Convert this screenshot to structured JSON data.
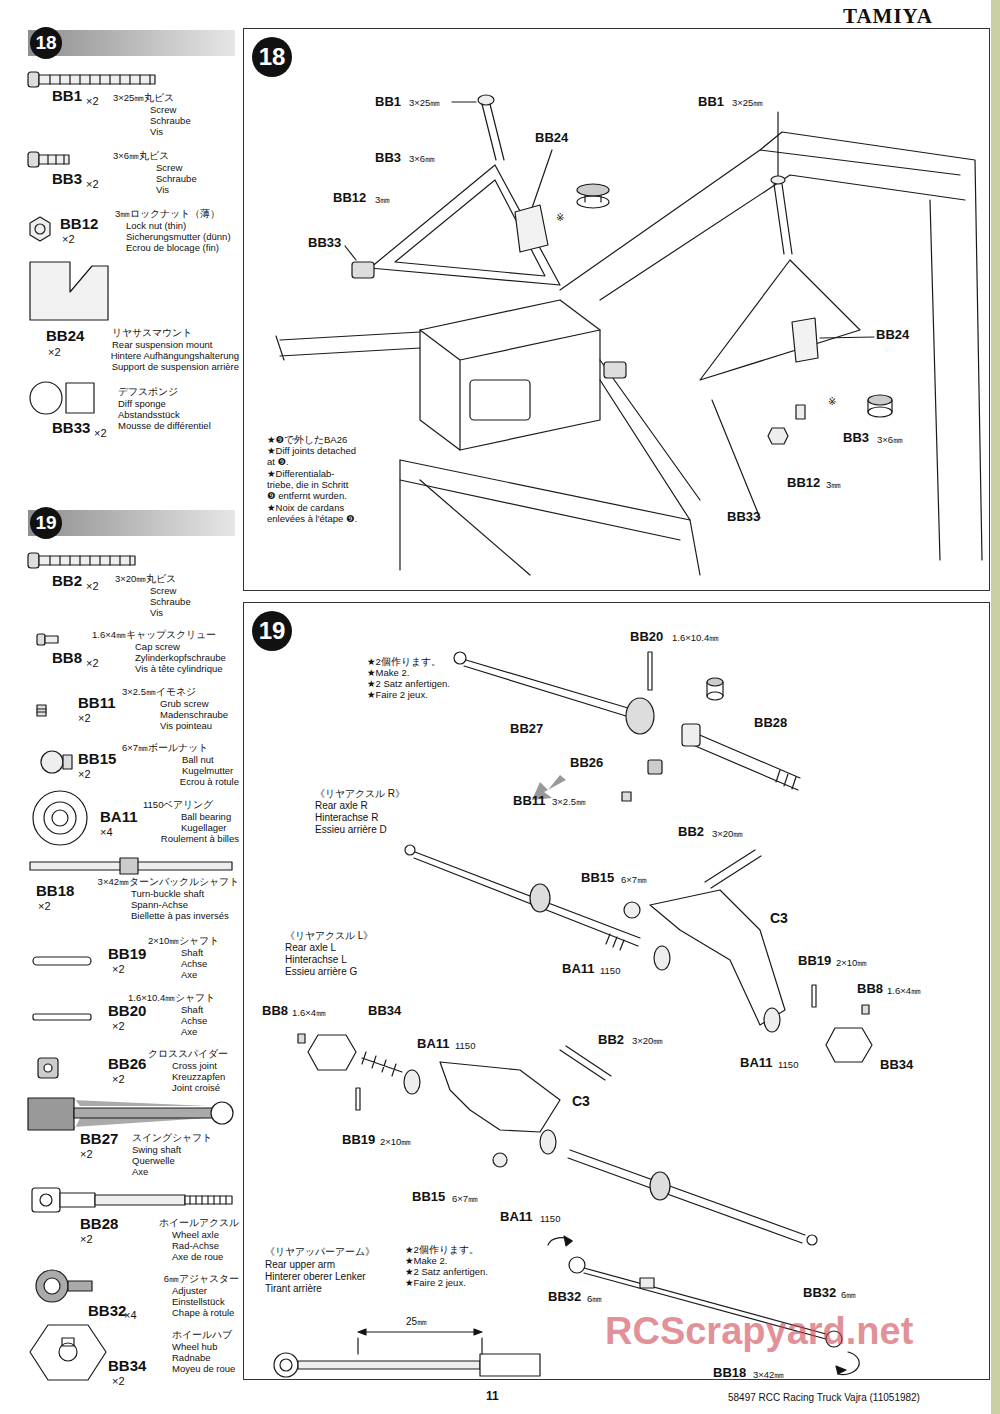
{
  "diagram": {
    "title": "TAMIYA",
    "nodes": [
      {
        "text": [
          "18"
        ]
      },
      {
        "text": [
          "19"
        ]
      },
      {
        "text": [
          "18"
        ]
      },
      {
        "text": [
          "19"
        ]
      }
    ],
    "labels": [
      "BB1",
      "×2",
      "3×25㎜丸ビス",
      "Screw",
      "Schraube",
      "Vis",
      "BB3",
      "×2",
      "3×6㎜丸ビス",
      "Screw",
      "Schraube",
      "Vis",
      "BB12",
      "×2",
      "3㎜ロックナット（薄）",
      "Lock nut (thin)",
      "Sicherungsmutter (dünn)",
      "Ecrou de blocage (fin)",
      "BB24",
      "×2",
      "リヤサスマウント",
      "Rear suspension mount",
      "Hintere Aufhängungshalterung",
      "Support de suspension arrière",
      "デフスポンジ",
      "Diff sponge",
      "Abstandsstück",
      "Mousse de différentiel",
      "BB33",
      "×2",
      "BB2",
      "×2",
      "3×20㎜丸ビス",
      "Screw",
      "Schraube",
      "Vis",
      "BB8",
      "×2",
      "1.6×4㎜キャップスクリュー",
      "Cap screw",
      "Zylinderkopfschraube",
      "Vis à tête cylindrique",
      "BB11",
      "×2",
      "3×2.5㎜イモネジ",
      "Grub screw",
      "Madenschraube",
      "Vis pointeau",
      "BB15",
      "×2",
      "6×7㎜ボールナット",
      "Ball nut",
      "Kugelmutter",
      "Ecrou à rotule",
      "BA11",
      "×4",
      "1150ベアリング",
      "Ball bearing",
      "Kugellager",
      "Roulement à billes",
      "BB18",
      "×2",
      "3×42㎜ターンバックルシャフト",
      "Turn-buckle shaft",
      "Spann-Achse",
      "Biellette à pas inversés",
      "BB19",
      "×2",
      "2×10㎜シャフト",
      "Shaft",
      "Achse",
      "Axe",
      "BB20",
      "×2",
      "1.6×10.4㎜シャフト",
      "Shaft",
      "Achse",
      "Axe",
      "BB26",
      "×2",
      "クロススパイダー",
      "Cross joint",
      "Kreuzzapfen",
      "Joint croisé",
      "BB27",
      "×2",
      "スイングシャフト",
      "Swing shaft",
      "Querwelle",
      "Axe",
      "BB28",
      "×2",
      "ホイールアクスル",
      "Wheel axle",
      "Rad-Achse",
      "Axe de roue",
      "BB32",
      "×4",
      "6㎜アジャスター",
      "Adjuster",
      "Einstellstück",
      "Chape à rotule",
      "BB34",
      "×2",
      "ホイールハブ",
      "Wheel hub",
      "Radnabe",
      "Moyeu de roue",
      "BB1",
      "3×25㎜",
      "BB3",
      "3×6㎜",
      "BB24",
      "※",
      "BB12",
      "3㎜",
      "BB33",
      "BB1",
      "3×25㎜",
      "BB24",
      "※",
      "BB3",
      "3×6㎜",
      "BB12",
      "3㎜",
      "BB33",
      "★❾で外したBA26",
      "★Diff joints detached",
      "at ❾.",
      "★Differentialab-",
      "triebe, die in Schritt",
      "❾ entfernt wurden.",
      "★Noix de cardans",
      "enlevées à l'étape ❾.",
      "★2個作ります。",
      "★Make 2.",
      "★2 Satz anfertigen.",
      "★Faire 2 jeux.",
      "BB20",
      "1.6×10.4㎜",
      "BB27",
      "BB28",
      "BB26",
      "BB11",
      "3×2.5㎜",
      "《リヤアクスル R》",
      "Rear axle R",
      "Hinterachse R",
      "Essieu arrière D",
      "BB2",
      "3×20㎜",
      "BB15",
      "6×7㎜",
      "C3",
      "《リヤアクスル L》",
      "Rear axle L",
      "Hinterachse L",
      "Essieu arrière G",
      "BA11",
      "1150",
      "BB19",
      "2×10㎜",
      "BB8",
      "1.6×4㎜",
      "BB8",
      "1.6×4㎜",
      "BB34",
      "BA11",
      "1150",
      "BB34",
      "BA11",
      "1150",
      "BB2",
      "3×20㎜",
      "C3",
      "BB19",
      "2×10㎜",
      "BB15",
      "6×7㎜",
      "BA11",
      "1150",
      "《リヤアッパーアーム》",
      "Rear upper arm",
      "Hinterer oberer Lenker",
      "Tirant arrière",
      "★2個作ります。",
      "★Make 2.",
      "★2 Satz anfertigen.",
      "★Faire 2 jeux.",
      "25㎜",
      "BB32",
      "6㎜",
      "BB32",
      "6㎜",
      "BB18",
      "3×42㎜",
      "11",
      "58497 RCC Racing Truck Vajra (11051982)",
      "RCScrapyard.net"
    ]
  }
}
